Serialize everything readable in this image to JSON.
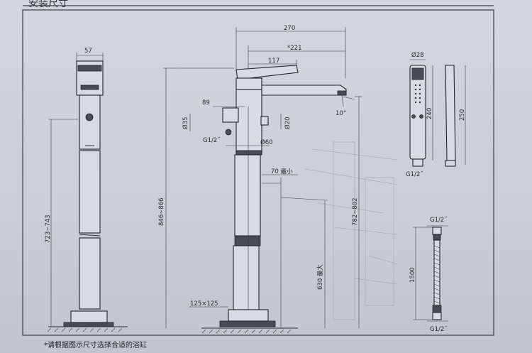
{
  "header": {
    "title": "安装尺寸"
  },
  "note": "*请根据图示尺寸选择合适的浴缸",
  "dims": {
    "w57": "57",
    "h723": "723~743",
    "w270": "270",
    "w221": "*221",
    "w117": "117",
    "w89": "89",
    "d35": "Ø35",
    "g12_mid": "G1/2˝",
    "d20": "Ø20",
    "d60": "Ø60",
    "deg10": "10°",
    "h846": "846~866",
    "min70": "70 最小",
    "max630": "630 最大",
    "h782": "782~802",
    "base125": "125×125",
    "d28": "Ø28",
    "h240": "240",
    "h250": "250",
    "g12_shower": "G1/2˝",
    "g12_hose_top": "G1/2˝",
    "h1500": "1500",
    "g12_hose_bot": "G1/2˝"
  }
}
